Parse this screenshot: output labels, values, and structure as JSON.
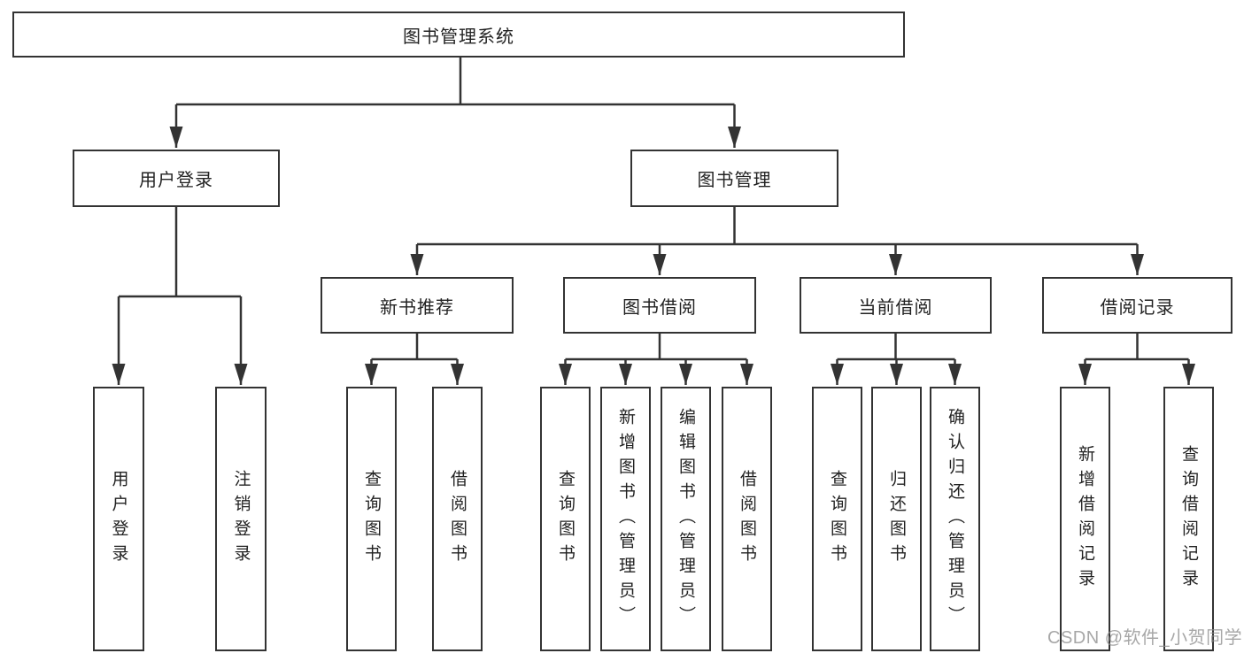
{
  "watermark": "CSDN @软件_小贺同学",
  "colors": {
    "line": "#333333",
    "text": "#222222",
    "box_background": "#ffffff",
    "watermark": "#8f8f8f",
    "background": "#ffffff"
  },
  "diagram": {
    "root": {
      "label": "图书管理系统"
    },
    "level2": {
      "user_login": {
        "label": "用户登录"
      },
      "book_mgmt": {
        "label": "图书管理"
      }
    },
    "level3": {
      "new_book_rec": {
        "label": "新书推荐"
      },
      "book_borrow": {
        "label": "图书借阅"
      },
      "current_borrow": {
        "label": "当前借阅"
      },
      "borrow_records": {
        "label": "借阅记录"
      }
    },
    "level4": {
      "user_login_leaf": {
        "label": "用户登录"
      },
      "logout": {
        "label": "注销登录"
      },
      "nbr_query_books": {
        "label": "查询图书"
      },
      "nbr_borrow_books": {
        "label": "借阅图书"
      },
      "bb_query_books": {
        "label": "查询图书"
      },
      "bb_add_books": {
        "label": "新增图书（管理员）"
      },
      "bb_edit_books": {
        "label": "编辑图书（管理员）"
      },
      "bb_borrow_books": {
        "label": "借阅图书"
      },
      "cb_query_books": {
        "label": "查询图书"
      },
      "cb_return_books": {
        "label": "归还图书"
      },
      "cb_confirm_return": {
        "label": "确认归还（管理员）"
      },
      "br_add_record": {
        "label": "新增借阅记录"
      },
      "br_query_record": {
        "label": "查询借阅记录"
      }
    }
  }
}
